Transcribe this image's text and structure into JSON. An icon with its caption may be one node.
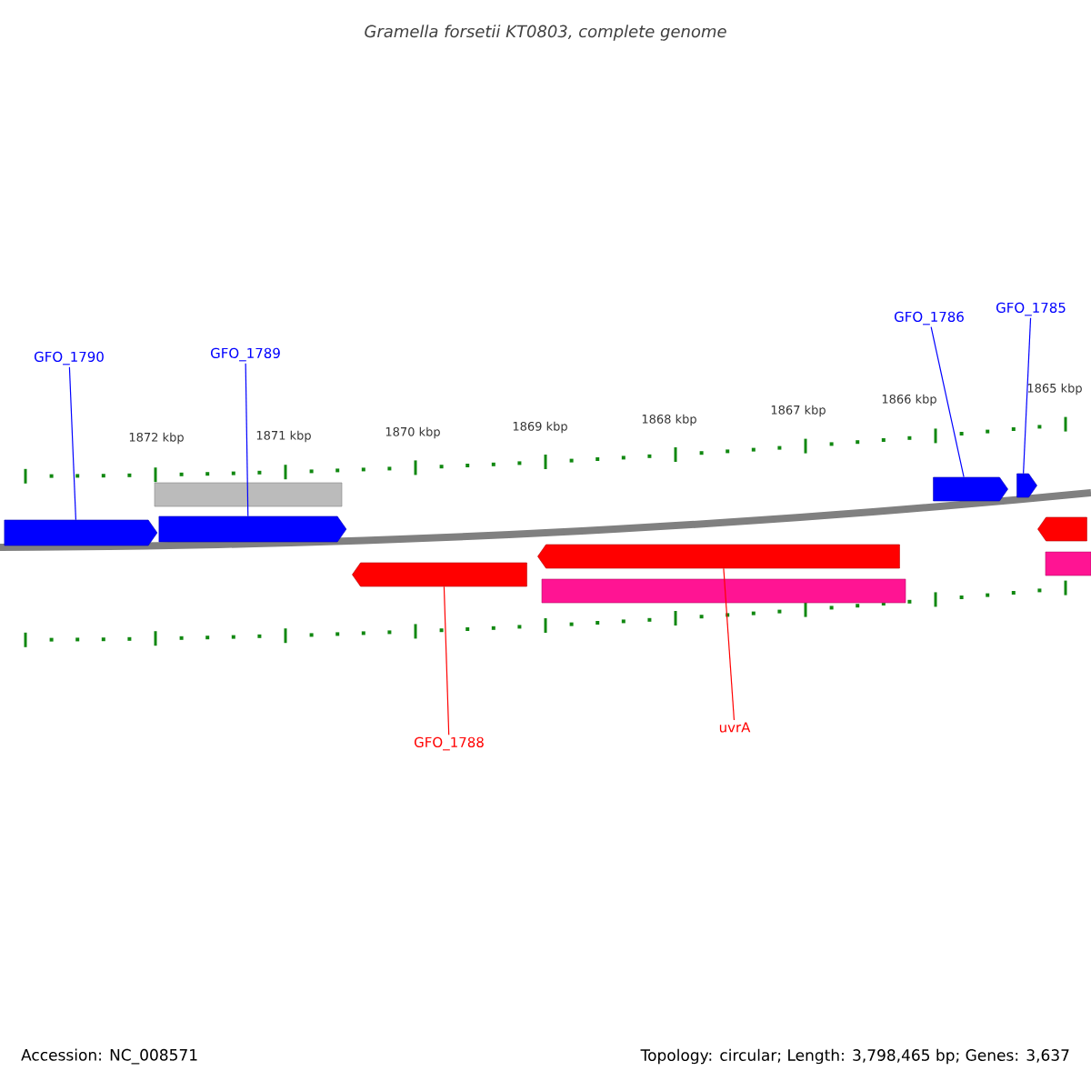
{
  "diagram": {
    "title": "Gramella forsetii KT0803, complete genome",
    "nodes": [
      {
        "text": [
          "GFO_1790"
        ]
      },
      {
        "text": [
          "GFO_1789"
        ]
      },
      {
        "text": [
          "GFO_1786"
        ]
      },
      {
        "text": [
          "GFO_1785"
        ]
      },
      {
        "text": [],
        "shape": "arrow"
      },
      {
        "text": [],
        "shape": "arrow"
      },
      {
        "text": [],
        "shape": "bar"
      },
      {
        "text": [],
        "shape": "arrow"
      },
      {
        "text": [],
        "shape": "arrow"
      },
      {
        "text": [],
        "shape": "arrow"
      },
      {
        "text": [],
        "shape": "arrow"
      },
      {
        "text": [],
        "shape": "bar"
      },
      {
        "text": [],
        "shape": "arrow"
      },
      {
        "text": [],
        "shape": "bar"
      },
      {
        "text": [
          "GFO_1788"
        ]
      },
      {
        "text": [
          "uvrA"
        ]
      }
    ],
    "edges": [
      {
        "from": 0,
        "to": 4,
        "arrow": "none"
      },
      {
        "from": 1,
        "to": 5,
        "arrow": "none"
      },
      {
        "from": 2,
        "to": 7,
        "arrow": "none"
      },
      {
        "from": 3,
        "to": 8,
        "arrow": "none"
      },
      {
        "from": 14,
        "to": 9,
        "arrow": "none",
        "color": "#ff0000"
      },
      {
        "from": 15,
        "to": 10,
        "arrow": "none",
        "color": "#ff0000"
      }
    ],
    "labels": [
      "1872 kbp",
      "1871 kbp",
      "1870 kbp",
      "1869 kbp",
      "1868 kbp",
      "1867 kbp",
      "1866 kbp",
      "1865 kbp",
      "Accession: NC_008571",
      "Topology: circular; Length: 3,798,465 bp; Genes: 3,637"
    ]
  }
}
